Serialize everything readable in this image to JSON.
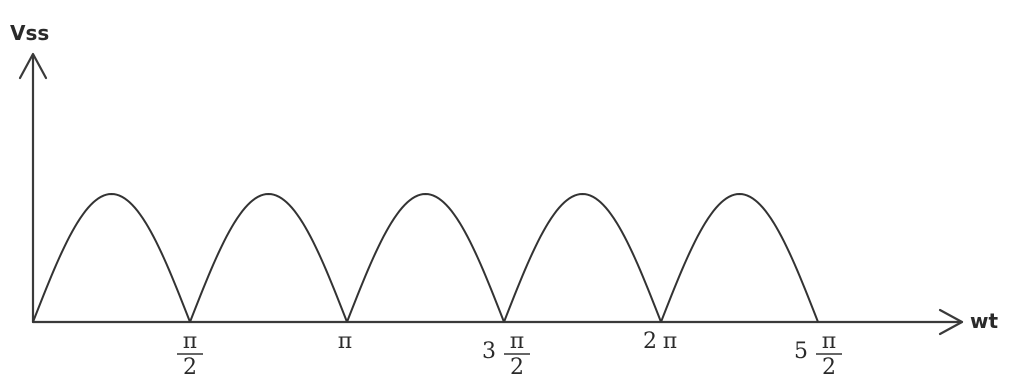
{
  "diagram": {
    "y_axis_label": "Vss",
    "x_axis_label": "wt",
    "tick_labels": [
      {
        "coef": "",
        "num": "π",
        "den": "2"
      },
      {
        "coef": "",
        "num": "π",
        "den": ""
      },
      {
        "coef": "3",
        "num": "π",
        "den": "2"
      },
      {
        "coef": "2",
        "num": "π",
        "den": ""
      },
      {
        "coef": "5",
        "num": "π",
        "den": "2"
      }
    ],
    "arch_count": 5
  },
  "colors": {
    "line": "#333333",
    "background": "#ffffff"
  }
}
